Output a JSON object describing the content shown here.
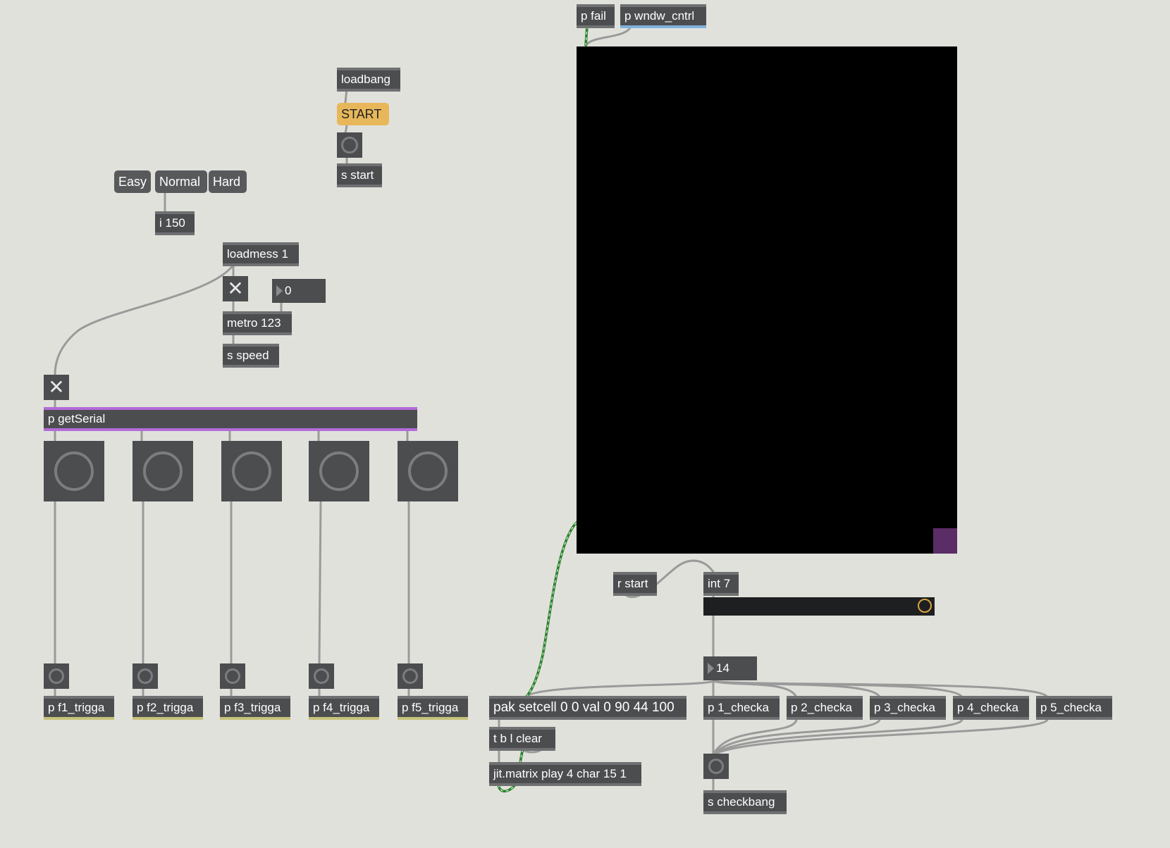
{
  "patch": {
    "top_objects": {
      "fail": "p fail",
      "wndw": "p wndw_cntrl"
    },
    "loadbang": "loadbang",
    "start_msg": "START",
    "send_start": "s start",
    "difficulty": [
      "Easy",
      "Normal",
      "Hard"
    ],
    "int_150": "i 150",
    "loadmess": "loadmess 1",
    "metro_number": "0",
    "metro": "metro 123",
    "send_speed": "s speed",
    "getserial": "p getSerial",
    "triggers": [
      "p f1_trigga",
      "p f2_trigga",
      "p f3_trigga",
      "p f4_trigga",
      "p f5_trigga"
    ],
    "receive_start": "r start",
    "int_7": "int 7",
    "count_number": "14",
    "pak": "pak setcell 0 0 val 0 90 44 100",
    "tbl": "t b l clear",
    "jitmatrix": "jit.matrix play 4 char 15 1",
    "checkas": [
      "p 1_checka",
      "p 2_checka",
      "p 3_checka",
      "p 4_checka",
      "p 5_checka"
    ],
    "send_checkbang": "s checkbang"
  },
  "colors": {
    "canvas": "#e1e1dc",
    "object": "#4c4d4f",
    "start_message": "#e7b75a",
    "getserial_stripe": "#b36bd8",
    "wndw_stripe": "#7fb2dc",
    "trigga_stripe": "#c6c27a",
    "jit_window": "#000000",
    "lit_cell": "#5a2d66"
  },
  "icons": {
    "toggle": "x-toggle-icon",
    "bang": "bang-circle-icon",
    "number": "triangle-number-icon"
  }
}
